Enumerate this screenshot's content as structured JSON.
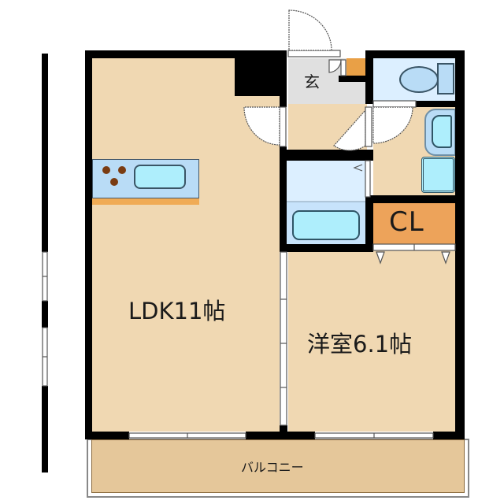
{
  "plan": {
    "rooms": {
      "ldk": {
        "label": "LDK11帖"
      },
      "western_room": {
        "label": "洋室6.1帖"
      },
      "entrance": {
        "label": "玄"
      },
      "closet": {
        "label": "CL"
      },
      "balcony": {
        "label": "バルコニー"
      },
      "toilet": {
        "label": ""
      },
      "washroom": {
        "label": ""
      },
      "bathroom": {
        "label": ""
      }
    },
    "colors": {
      "floor": "#f0d8b2",
      "wall": "#000000",
      "entrance": "#e0e0e0",
      "wet_area": "#dcefff",
      "fixture_blue": "#b9dcf6",
      "fixture_cyan": "#aeeefc",
      "closet": "#eda35a",
      "storage_small": "#e9a046",
      "balcony": "#e5c79a",
      "counter_edge": "#f0ab55",
      "stove_burner": "#7a3c12"
    }
  }
}
